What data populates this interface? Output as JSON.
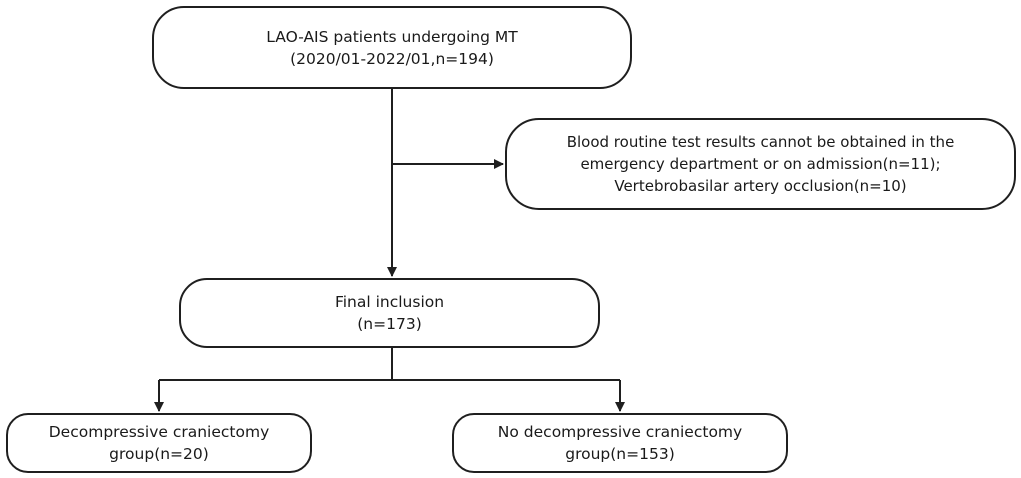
{
  "flowchart": {
    "start": {
      "line1": "LAO-AIS patients undergoing MT",
      "line2": "(2020/01-2022/01,n=194)"
    },
    "exclusion": {
      "line1": "Blood routine test results cannot be obtained in the",
      "line2": "emergency department or on admission(n=11);",
      "line3": "Vertebrobasilar artery occlusion(n=10)"
    },
    "final": {
      "line1": "Final inclusion",
      "line2": "(n=173)"
    },
    "groups": [
      {
        "line1": "Decompressive craniectomy",
        "line2": "group(n=20)"
      },
      {
        "line1": "No decompressive craniectomy",
        "line2": "group(n=153)"
      }
    ]
  },
  "colors": {
    "line": "#1f1f1f",
    "box_fill": "#ffffff"
  }
}
